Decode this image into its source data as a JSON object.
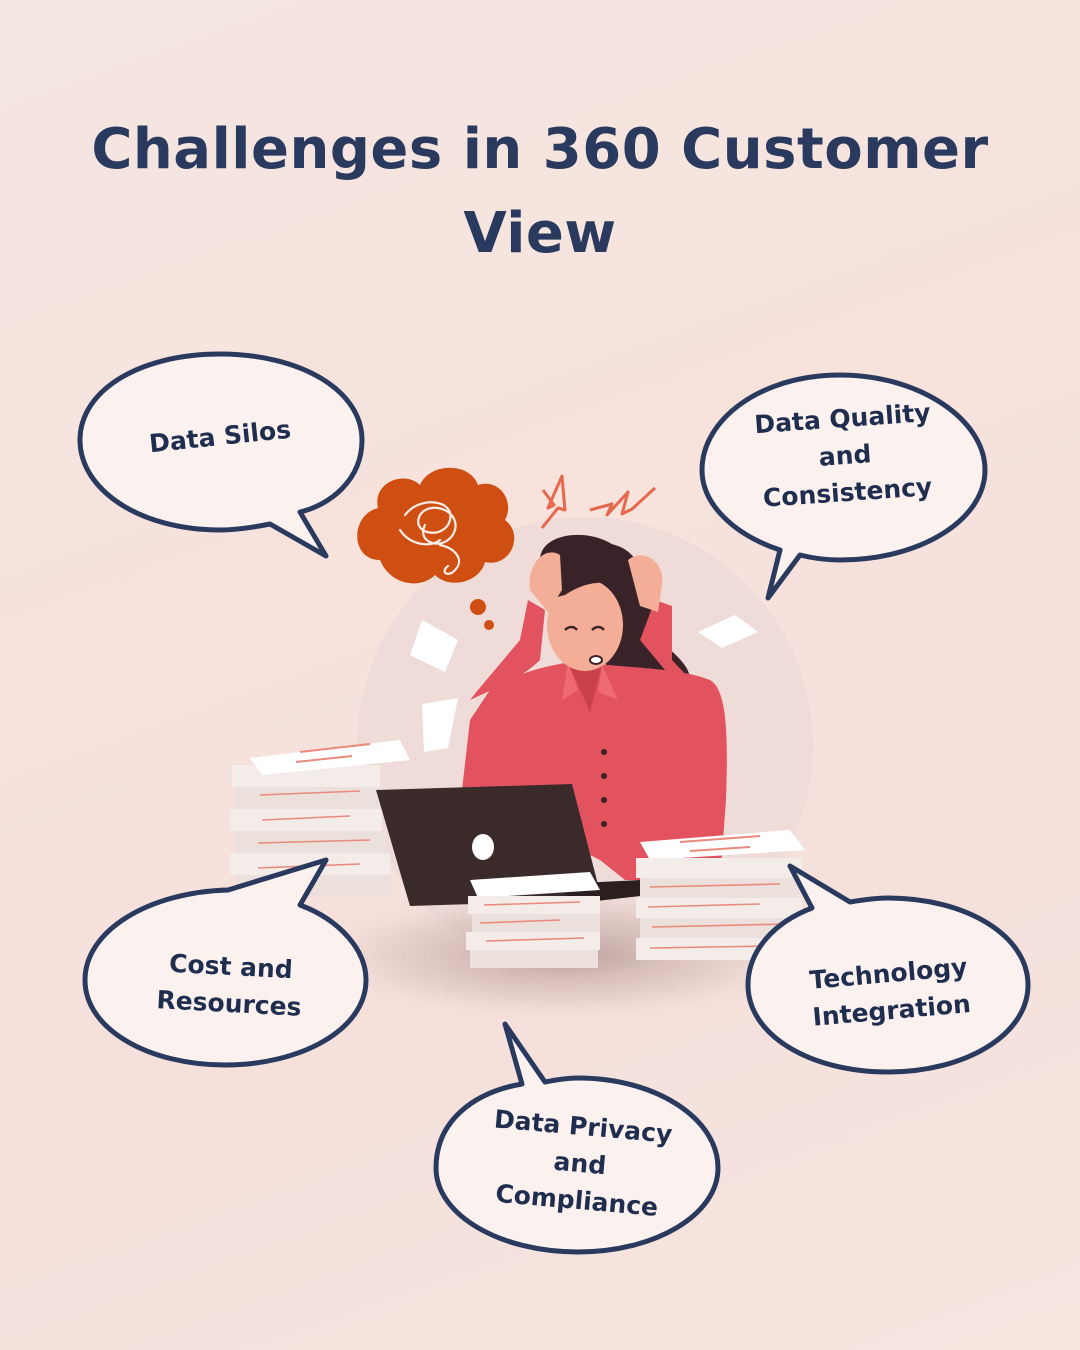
{
  "title": {
    "line1": "Challenges in 360 Customer",
    "line2": "View"
  },
  "bubbles": {
    "silos": {
      "line1": "Data Silos"
    },
    "quality": {
      "line1": "Data Quality",
      "line2": "and",
      "line3": "Consistency"
    },
    "cost": {
      "line1": "Cost and",
      "line2": "Resources"
    },
    "tech": {
      "line1": "Technology",
      "line2": "Integration"
    },
    "privacy": {
      "line1": "Data Privacy",
      "line2": "and",
      "line3": "Compliance"
    }
  },
  "colors": {
    "title": "#2a3a5e",
    "bubble_outline": "#2a3a5e",
    "bubble_fill": "#fbf1ee",
    "shirt": "#e2535f",
    "thought_cloud": "#cf4f13",
    "laptop": "#3a2a2a"
  },
  "icons": [
    "thought-cloud-icon",
    "stress-lightning-icon",
    "laptop-icon",
    "paper-stack-icon"
  ]
}
